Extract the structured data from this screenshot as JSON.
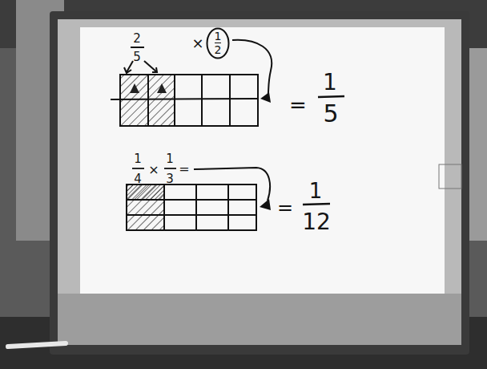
{
  "diagram": {
    "nodes": [
      {
        "text": [
          "1",
          "2"
        ]
      }
    ],
    "labels": [
      "2",
      "5",
      "×",
      "=",
      "1",
      "5",
      "1",
      "4",
      "×",
      "1",
      "3",
      "=",
      "=",
      "1",
      "12"
    ]
  }
}
